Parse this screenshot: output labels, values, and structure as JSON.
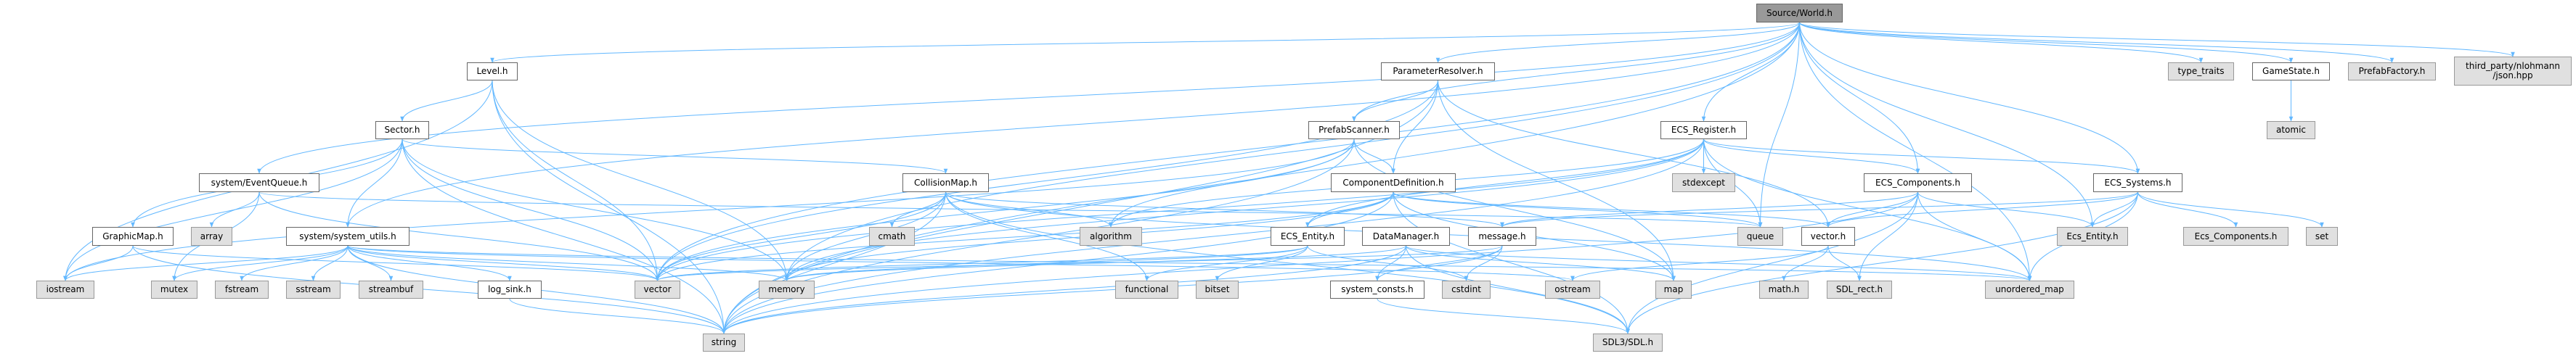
{
  "graph_title": "Source/World.h",
  "colors": {
    "edge": "#63b8ff",
    "root_fill": "#999999",
    "external_fill": "#e0e0e0",
    "internal_fill": "#ffffff"
  },
  "nodes": [
    {
      "id": "world",
      "label": "Source/World.h",
      "kind": "root"
    },
    {
      "id": "level",
      "label": "Level.h",
      "kind": "internal"
    },
    {
      "id": "paramres",
      "label": "ParameterResolver.h",
      "kind": "internal"
    },
    {
      "id": "type_traits",
      "label": "type_traits",
      "kind": "external"
    },
    {
      "id": "gamestate",
      "label": "GameState.h",
      "kind": "internal"
    },
    {
      "id": "prefabfactory",
      "label": "PrefabFactory.h",
      "kind": "external"
    },
    {
      "id": "json",
      "label": "third_party/nlohmann\n/json.hpp",
      "kind": "external"
    },
    {
      "id": "sector",
      "label": "Sector.h",
      "kind": "internal"
    },
    {
      "id": "prefabscanner",
      "label": "PrefabScanner.h",
      "kind": "internal"
    },
    {
      "id": "ecsregister",
      "label": "ECS_Register.h",
      "kind": "internal"
    },
    {
      "id": "atomic",
      "label": "atomic",
      "kind": "external"
    },
    {
      "id": "eventqueue",
      "label": "system/EventQueue.h",
      "kind": "internal"
    },
    {
      "id": "collisionmap",
      "label": "CollisionMap.h",
      "kind": "internal"
    },
    {
      "id": "compdef",
      "label": "ComponentDefinition.h",
      "kind": "internal"
    },
    {
      "id": "stdexcept",
      "label": "stdexcept",
      "kind": "external"
    },
    {
      "id": "ecscomponents",
      "label": "ECS_Components.h",
      "kind": "internal"
    },
    {
      "id": "ecssystems",
      "label": "ECS_Systems.h",
      "kind": "internal"
    },
    {
      "id": "graphicmap",
      "label": "GraphicMap.h",
      "kind": "internal"
    },
    {
      "id": "array",
      "label": "array",
      "kind": "external"
    },
    {
      "id": "sysutils",
      "label": "system/system_utils.h",
      "kind": "internal"
    },
    {
      "id": "cmath",
      "label": "cmath",
      "kind": "external"
    },
    {
      "id": "algorithm",
      "label": "algorithm",
      "kind": "external"
    },
    {
      "id": "ecsentity",
      "label": "ECS_Entity.h",
      "kind": "internal"
    },
    {
      "id": "datamanager",
      "label": "DataManager.h",
      "kind": "internal"
    },
    {
      "id": "message",
      "label": "message.h",
      "kind": "internal"
    },
    {
      "id": "queue",
      "label": "queue",
      "kind": "external"
    },
    {
      "id": "vectorh",
      "label": "vector.h",
      "kind": "internal"
    },
    {
      "id": "ecs_entity_ext",
      "label": "Ecs_Entity.h",
      "kind": "external"
    },
    {
      "id": "ecs_components_ext",
      "label": "Ecs_Components.h",
      "kind": "external"
    },
    {
      "id": "set",
      "label": "set",
      "kind": "external"
    },
    {
      "id": "iostream",
      "label": "iostream",
      "kind": "external"
    },
    {
      "id": "mutex",
      "label": "mutex",
      "kind": "external"
    },
    {
      "id": "fstream",
      "label": "fstream",
      "kind": "external"
    },
    {
      "id": "sstream",
      "label": "sstream",
      "kind": "external"
    },
    {
      "id": "streambuf",
      "label": "streambuf",
      "kind": "external"
    },
    {
      "id": "logsink",
      "label": "log_sink.h",
      "kind": "internal"
    },
    {
      "id": "vector",
      "label": "vector",
      "kind": "external"
    },
    {
      "id": "memory",
      "label": "memory",
      "kind": "external"
    },
    {
      "id": "functional",
      "label": "functional",
      "kind": "external"
    },
    {
      "id": "bitset",
      "label": "bitset",
      "kind": "external"
    },
    {
      "id": "sysconsts",
      "label": "system_consts.h",
      "kind": "internal"
    },
    {
      "id": "cstdint",
      "label": "cstdint",
      "kind": "external"
    },
    {
      "id": "ostream",
      "label": "ostream",
      "kind": "external"
    },
    {
      "id": "map",
      "label": "map",
      "kind": "external"
    },
    {
      "id": "mathh",
      "label": "math.h",
      "kind": "external"
    },
    {
      "id": "sdlrect",
      "label": "SDL_rect.h",
      "kind": "external"
    },
    {
      "id": "unordered_map",
      "label": "unordered_map",
      "kind": "external"
    },
    {
      "id": "string",
      "label": "string",
      "kind": "external"
    },
    {
      "id": "sdl",
      "label": "SDL3/SDL.h",
      "kind": "external"
    }
  ],
  "edges": [
    [
      "world",
      "level"
    ],
    [
      "world",
      "eventqueue"
    ],
    [
      "world",
      "sysutils"
    ],
    [
      "world",
      "prefabscanner"
    ],
    [
      "world",
      "paramres"
    ],
    [
      "world",
      "vector"
    ],
    [
      "world",
      "memory"
    ],
    [
      "world",
      "ecsregister"
    ],
    [
      "world",
      "queue"
    ],
    [
      "world",
      "ecscomponents"
    ],
    [
      "world",
      "ecssystems"
    ],
    [
      "world",
      "type_traits"
    ],
    [
      "world",
      "gamestate"
    ],
    [
      "world",
      "prefabfactory"
    ],
    [
      "world",
      "json"
    ],
    [
      "world",
      "unordered_map"
    ],
    [
      "world",
      "ecs_entity_ext"
    ],
    [
      "world",
      "string"
    ],
    [
      "level",
      "sector"
    ],
    [
      "level",
      "iostream"
    ],
    [
      "level",
      "vector"
    ],
    [
      "level",
      "memory"
    ],
    [
      "level",
      "string"
    ],
    [
      "sector",
      "graphicmap"
    ],
    [
      "sector",
      "sysutils"
    ],
    [
      "sector",
      "collisionmap"
    ],
    [
      "sector",
      "iostream"
    ],
    [
      "sector",
      "vector"
    ],
    [
      "sector",
      "memory"
    ],
    [
      "sector",
      "string"
    ],
    [
      "eventqueue",
      "array"
    ],
    [
      "eventqueue",
      "mutex"
    ],
    [
      "eventqueue",
      "queue"
    ],
    [
      "eventqueue",
      "vector"
    ],
    [
      "graphicmap",
      "iostream"
    ],
    [
      "graphicmap",
      "string"
    ],
    [
      "graphicmap",
      "vector"
    ],
    [
      "sysutils",
      "iostream"
    ],
    [
      "sysutils",
      "mutex"
    ],
    [
      "sysutils",
      "fstream"
    ],
    [
      "sysutils",
      "sstream"
    ],
    [
      "sysutils",
      "streambuf"
    ],
    [
      "sysutils",
      "logsink"
    ],
    [
      "sysutils",
      "vector"
    ],
    [
      "sysutils",
      "string"
    ],
    [
      "sysutils",
      "memory"
    ],
    [
      "sysutils",
      "ostream"
    ],
    [
      "sysutils",
      "unordered_map"
    ],
    [
      "logsink",
      "string"
    ],
    [
      "collisionmap",
      "cmath"
    ],
    [
      "collisionmap",
      "algorithm"
    ],
    [
      "collisionmap",
      "functional"
    ],
    [
      "collisionmap",
      "vector"
    ],
    [
      "collisionmap",
      "memory"
    ],
    [
      "collisionmap",
      "string"
    ],
    [
      "collisionmap",
      "message"
    ],
    [
      "collisionmap",
      "unordered_map"
    ],
    [
      "collisionmap",
      "sdl"
    ],
    [
      "paramres",
      "prefabscanner"
    ],
    [
      "paramres",
      "compdef"
    ],
    [
      "paramres",
      "map"
    ],
    [
      "paramres",
      "vectorh"
    ],
    [
      "paramres",
      "string"
    ],
    [
      "paramres",
      "vector"
    ],
    [
      "prefabscanner",
      "compdef"
    ],
    [
      "prefabscanner",
      "map"
    ],
    [
      "prefabscanner",
      "string"
    ],
    [
      "prefabscanner",
      "vector"
    ],
    [
      "prefabscanner",
      "algorithm"
    ],
    [
      "prefabscanner",
      "iostream"
    ],
    [
      "ecsregister",
      "stdexcept"
    ],
    [
      "ecsregister",
      "queue"
    ],
    [
      "ecsregister",
      "ecscomponents"
    ],
    [
      "ecsregister",
      "ecssystems"
    ],
    [
      "ecsregister",
      "ecsentity"
    ],
    [
      "ecsregister",
      "memory"
    ],
    [
      "ecsregister",
      "vector"
    ],
    [
      "ecsregister",
      "algorithm"
    ],
    [
      "ecsregister",
      "unordered_map"
    ],
    [
      "ecsregister",
      "string"
    ],
    [
      "compdef",
      "ecsentity"
    ],
    [
      "compdef",
      "vectorh"
    ],
    [
      "compdef",
      "map"
    ],
    [
      "compdef",
      "sdl"
    ],
    [
      "compdef",
      "string"
    ],
    [
      "compdef",
      "vector"
    ],
    [
      "compdef",
      "memory"
    ],
    [
      "compdef",
      "queue"
    ],
    [
      "ecscomponents",
      "vectorh"
    ],
    [
      "ecscomponents",
      "sdlrect"
    ],
    [
      "ecscomponents",
      "sdl"
    ],
    [
      "ecscomponents",
      "string"
    ],
    [
      "ecscomponents",
      "unordered_map"
    ],
    [
      "ecscomponents",
      "message"
    ],
    [
      "ecscomponents",
      "ecs_entity_ext"
    ],
    [
      "ecsentity",
      "bitset"
    ],
    [
      "ecsentity",
      "functional"
    ],
    [
      "ecsentity",
      "cstdint"
    ],
    [
      "ecsentity",
      "vector"
    ],
    [
      "ecsentity",
      "memory"
    ],
    [
      "datamanager",
      "sysconsts"
    ],
    [
      "datamanager",
      "map"
    ],
    [
      "datamanager",
      "sdl"
    ],
    [
      "datamanager",
      "string"
    ],
    [
      "datamanager",
      "unordered_map"
    ],
    [
      "datamanager",
      "memory"
    ],
    [
      "message",
      "sysconsts"
    ],
    [
      "message",
      "cstdint"
    ],
    [
      "message",
      "string"
    ],
    [
      "message",
      "vector"
    ],
    [
      "vectorh",
      "mathh"
    ],
    [
      "vectorh",
      "sdlrect"
    ],
    [
      "vectorh",
      "ostream"
    ],
    [
      "sysconsts",
      "sdl"
    ],
    [
      "ecssystems",
      "ecs_entity_ext"
    ],
    [
      "ecssystems",
      "ecs_components_ext"
    ],
    [
      "ecssystems",
      "set"
    ],
    [
      "ecssystems",
      "unordered_map"
    ],
    [
      "ecssystems",
      "vectorh"
    ],
    [
      "ecssystems",
      "message"
    ],
    [
      "ecssystems",
      "sdl"
    ],
    [
      "gamestate",
      "atomic"
    ]
  ]
}
